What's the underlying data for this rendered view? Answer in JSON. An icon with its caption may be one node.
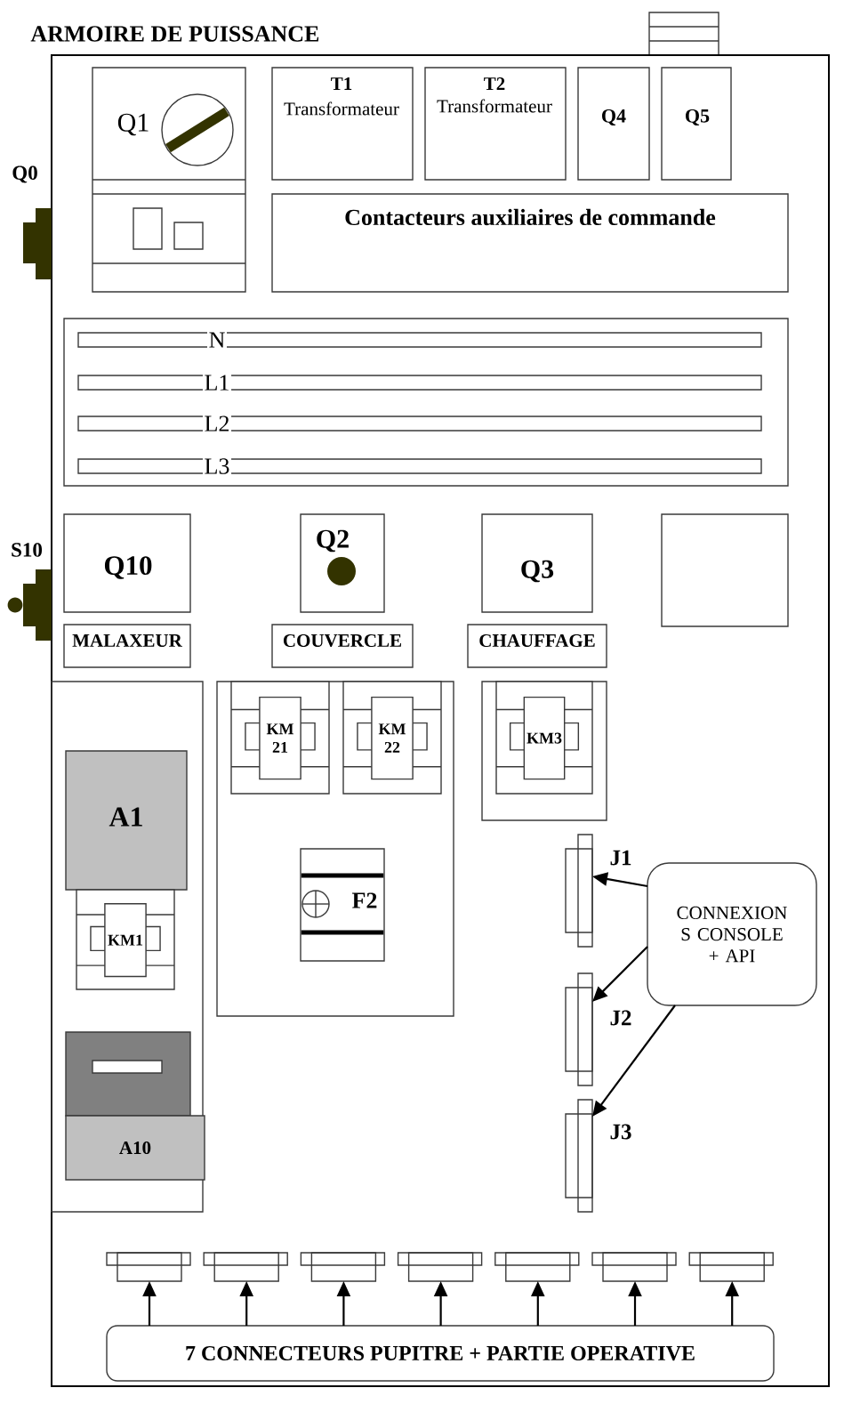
{
  "diagram": {
    "title": "ARMOIRE DE PUISSANCE",
    "nodes": [
      {
        "text": [],
        "shape": "box"
      },
      {
        "text": [
          "Q1"
        ],
        "in": 0
      },
      {
        "text": [
          "T1",
          "Transformateur"
        ],
        "in": 0
      },
      {
        "text": [
          "T2",
          "Transformateur"
        ],
        "in": 0
      },
      {
        "text": [
          "Q4"
        ],
        "in": 0
      },
      {
        "text": [
          "Q5"
        ],
        "in": 0
      },
      {
        "text": [
          "Contacteurs auxiliaires de commande"
        ],
        "in": 0
      },
      {
        "text": [],
        "shape": "box",
        "in": 0
      },
      {
        "text": [
          "N"
        ],
        "in": 7
      },
      {
        "text": [
          "L1"
        ],
        "in": 7
      },
      {
        "text": [
          "L2"
        ],
        "in": 7
      },
      {
        "text": [
          "L3"
        ],
        "in": 7
      },
      {
        "text": [
          "Q10"
        ],
        "in": 0
      },
      {
        "text": [
          "Q2"
        ],
        "in": 0
      },
      {
        "text": [
          "Q3"
        ],
        "in": 0
      },
      {
        "text": [],
        "shape": "box",
        "in": 0
      },
      {
        "text": [
          "MALAXEUR"
        ],
        "in": 0
      },
      {
        "text": [
          "COUVERCLE"
        ],
        "in": 0
      },
      {
        "text": [
          "CHAUFFAGE"
        ],
        "in": 0
      },
      {
        "text": [],
        "shape": "box",
        "in": 0
      },
      {
        "text": [
          "A1"
        ],
        "in": 19
      },
      {
        "text": [
          "KM1"
        ],
        "in": 19
      },
      {
        "text": [
          "A10"
        ],
        "in": 19
      },
      {
        "text": [],
        "shape": "box",
        "in": 0
      },
      {
        "text": [
          "KM 21"
        ],
        "in": 23
      },
      {
        "text": [
          "KM 22"
        ],
        "in": 23
      },
      {
        "text": [
          "F2"
        ],
        "in": 23
      },
      {
        "text": [],
        "shape": "box",
        "in": 0
      },
      {
        "text": [
          "KM3"
        ],
        "in": 27
      },
      {
        "text": [],
        "shape": "box",
        "beside": [
          "J1"
        ],
        "in": 0
      },
      {
        "text": [],
        "shape": "box",
        "beside": [
          "J2"
        ],
        "in": 0
      },
      {
        "text": [],
        "shape": "box",
        "beside": [
          "J3"
        ],
        "in": 0
      },
      {
        "text": [
          "CONNEXION S CONSOLE + API"
        ],
        "in": 0
      },
      {
        "text": [],
        "shape": "box",
        "in": 0
      },
      {
        "text": [],
        "shape": "box",
        "in": 0
      },
      {
        "text": [],
        "shape": "box",
        "in": 0
      },
      {
        "text": [],
        "shape": "box",
        "in": 0
      },
      {
        "text": [],
        "shape": "box",
        "in": 0
      },
      {
        "text": [],
        "shape": "box",
        "in": 0
      },
      {
        "text": [],
        "shape": "box",
        "in": 0
      },
      {
        "text": [
          "7 CONNECTEURS PUPITRE + PARTIE OPERATIVE"
        ],
        "in": 0
      }
    ],
    "edges": [
      {
        "from": 32,
        "to": 29,
        "arrow": "to"
      },
      {
        "from": 32,
        "to": 30,
        "arrow": "to"
      },
      {
        "from": 32,
        "to": 31,
        "arrow": "to"
      },
      {
        "from": 40,
        "to": 33,
        "arrow": "to"
      },
      {
        "from": 40,
        "to": 34,
        "arrow": "to"
      },
      {
        "from": 40,
        "to": 35,
        "arrow": "to"
      },
      {
        "from": 40,
        "to": 36,
        "arrow": "to"
      },
      {
        "from": 40,
        "to": 37,
        "arrow": "to"
      },
      {
        "from": 40,
        "to": 38,
        "arrow": "to"
      },
      {
        "from": 40,
        "to": 39,
        "arrow": "to"
      }
    ],
    "labels": [
      "Q0",
      "S10"
    ]
  }
}
